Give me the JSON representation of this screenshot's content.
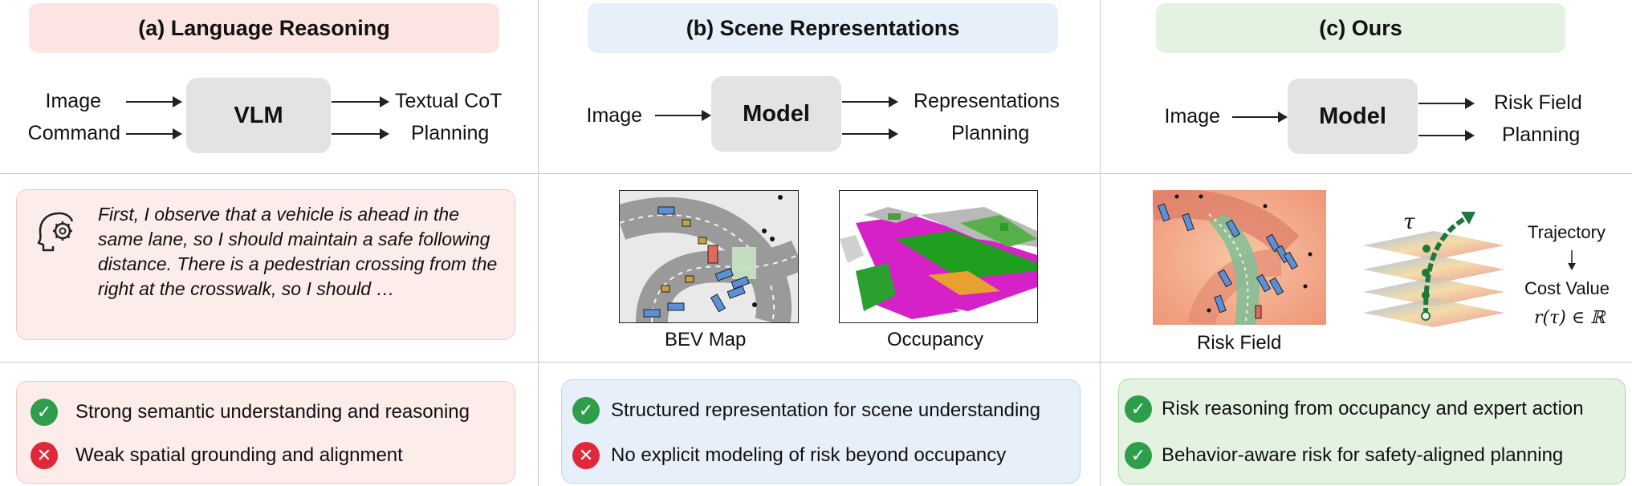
{
  "panels": {
    "a": {
      "title": "(a) Language Reasoning",
      "model": "VLM",
      "inputs": [
        "Image",
        "Command"
      ],
      "outputs": [
        "Textual CoT",
        "Planning"
      ],
      "cot": "First, I observe that a vehicle is ahead in the same lane, so I should maintain a safe following distance. There is a pedestrian crossing from the right at the crosswalk, so I should …",
      "pros": [
        "Strong semantic understanding and reasoning"
      ],
      "cons": [
        "Weak spatial grounding and alignment"
      ],
      "icon": "head-gear-icon"
    },
    "b": {
      "title": "(b) Scene Representations",
      "model": "Model",
      "inputs": [
        "Image"
      ],
      "outputs": [
        "Representations",
        "Planning"
      ],
      "captions": [
        "BEV Map",
        "Occupancy"
      ],
      "pros": [
        "Structured representation for scene understanding"
      ],
      "cons": [
        "No explicit modeling of risk beyond occupancy"
      ]
    },
    "c": {
      "title": "(c) Ours",
      "model": "Model",
      "inputs": [
        "Image"
      ],
      "outputs": [
        "Risk Field",
        "Planning"
      ],
      "captions": [
        "Risk Field"
      ],
      "tau": "τ",
      "traj_label": "Trajectory",
      "cost_label": "Cost Value",
      "formula": "r(τ) ∈ ℝ",
      "pros": [
        "Risk reasoning from occupancy and expert action",
        "Behavior-aware risk for safety-aligned planning"
      ]
    }
  },
  "colors": {
    "a_bg": "#fbe4e2",
    "b_bg": "#e6effa",
    "c_bg": "#e3f2e1",
    "ok": "#2e9e4a",
    "no": "#e0283a"
  }
}
